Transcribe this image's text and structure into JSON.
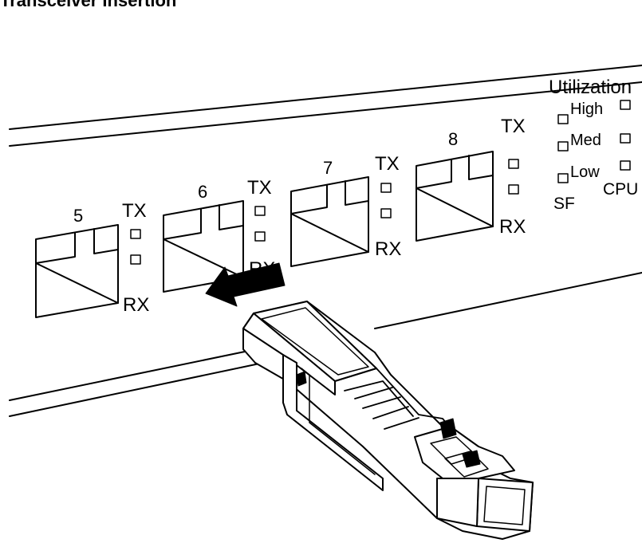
{
  "title": "Transceiver Insertion",
  "ports": [
    {
      "number": "5",
      "tx": "TX",
      "rx": "RX"
    },
    {
      "number": "6",
      "tx": "TX",
      "rx": "RX"
    },
    {
      "number": "7",
      "tx": "TX",
      "rx": "RX"
    },
    {
      "number": "8",
      "tx": "TX",
      "rx": "RX"
    }
  ],
  "utilization": {
    "heading": "Utilization",
    "levels": [
      "High",
      "Med",
      "Low"
    ],
    "left_label": "SF",
    "right_label": "CPU"
  },
  "colors": {
    "line": "#000000",
    "fill": "#ffffff"
  },
  "icons": {
    "arrow": "insert-direction-arrow",
    "module": "sfp-transceiver-module"
  }
}
